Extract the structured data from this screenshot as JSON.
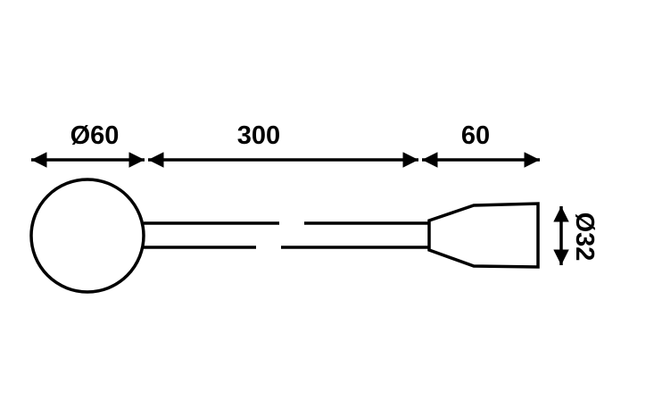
{
  "dimensions": {
    "sphere_diameter": "Ø60",
    "cable_length": "300",
    "socket_length": "60",
    "socket_diameter": "Ø32"
  },
  "colors": {
    "line": "#000000",
    "background": "#ffffff"
  }
}
